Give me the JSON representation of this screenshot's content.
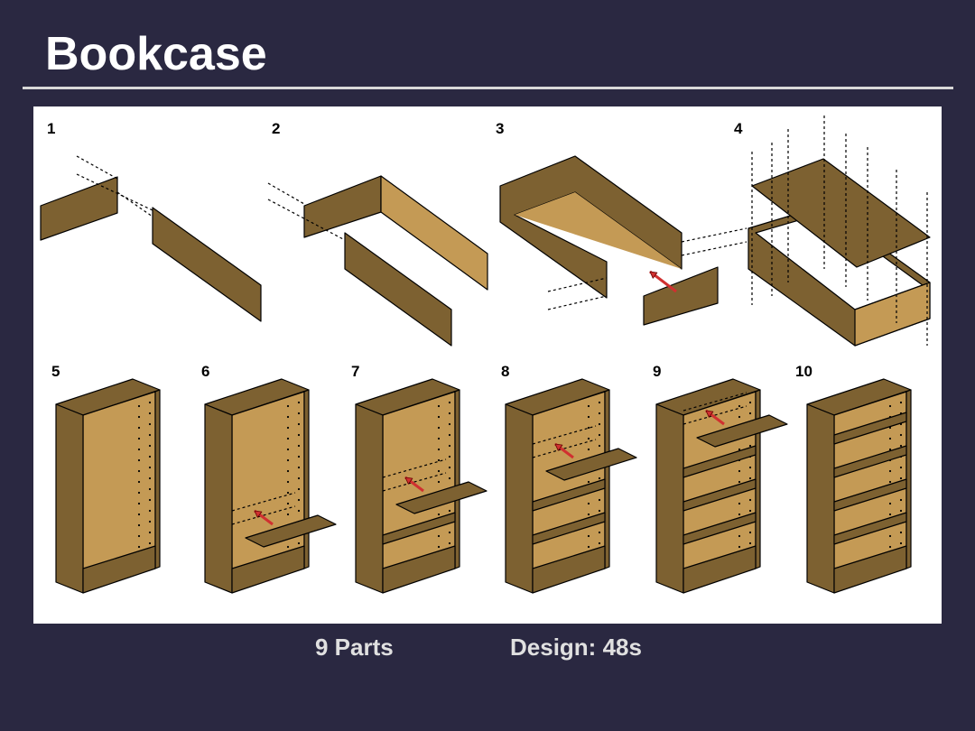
{
  "title": "Bookcase",
  "steps": [
    {
      "label": "1"
    },
    {
      "label": "2"
    },
    {
      "label": "3"
    },
    {
      "label": "4"
    },
    {
      "label": "5",
      "fixed_shelves": 0,
      "loose_shelf": false
    },
    {
      "label": "6",
      "fixed_shelves": 0,
      "loose_shelf": true
    },
    {
      "label": "7",
      "fixed_shelves": 1,
      "loose_shelf": true
    },
    {
      "label": "8",
      "fixed_shelves": 2,
      "loose_shelf": true
    },
    {
      "label": "9",
      "fixed_shelves": 3,
      "loose_shelf": true
    },
    {
      "label": "10",
      "fixed_shelves": 4,
      "loose_shelf": false
    }
  ],
  "footer": {
    "parts": "9 Parts",
    "design_time": "Design: 48s"
  },
  "colors": {
    "background": "#2a2841",
    "wood_dark": "#7d6131",
    "wood_light": "#c49a55",
    "arrow": "#d03030"
  }
}
